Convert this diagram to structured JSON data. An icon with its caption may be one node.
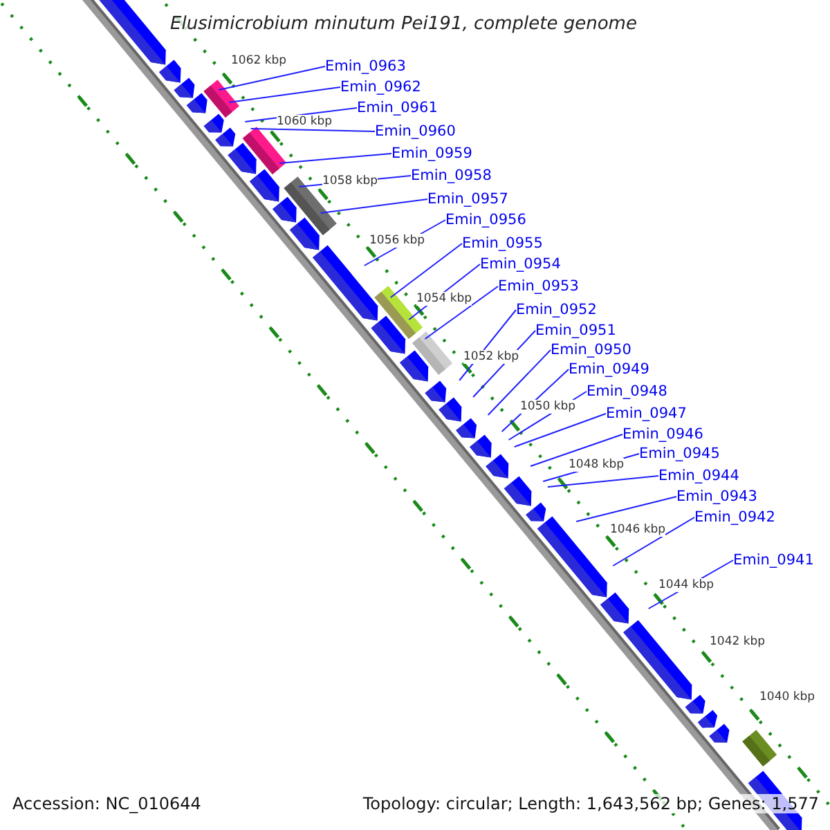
{
  "diagram": {
    "title": "Elusimicrobium minutum Pei191, complete genome",
    "nodes": [
      {
        "text": [
          "Emin_0963"
        ]
      },
      {
        "text": [
          "Emin_0962"
        ]
      },
      {
        "text": [
          "Emin_0961"
        ]
      },
      {
        "text": [
          "Emin_0960"
        ]
      },
      {
        "text": [
          "Emin_0959"
        ]
      },
      {
        "text": [
          "Emin_0958"
        ]
      },
      {
        "text": [
          "Emin_0957"
        ]
      },
      {
        "text": [
          "Emin_0956"
        ]
      },
      {
        "text": [
          "Emin_0955"
        ]
      },
      {
        "text": [
          "Emin_0954"
        ]
      },
      {
        "text": [
          "Emin_0953"
        ]
      },
      {
        "text": [
          "Emin_0952"
        ]
      },
      {
        "text": [
          "Emin_0951"
        ]
      },
      {
        "text": [
          "Emin_0950"
        ]
      },
      {
        "text": [
          "Emin_0949"
        ]
      },
      {
        "text": [
          "Emin_0948"
        ]
      },
      {
        "text": [
          "Emin_0947"
        ]
      },
      {
        "text": [
          "Emin_0946"
        ]
      },
      {
        "text": [
          "Emin_0945"
        ]
      },
      {
        "text": [
          "Emin_0944"
        ]
      },
      {
        "text": [
          "Emin_0943"
        ]
      },
      {
        "text": [
          "Emin_0942"
        ]
      },
      {
        "text": [
          "Emin_0941"
        ]
      }
    ],
    "edges": [
      {
        "from": 0,
        "to": null,
        "arrow": "none"
      },
      {
        "from": 1,
        "to": null,
        "arrow": "none"
      },
      {
        "from": 2,
        "to": null,
        "arrow": "none"
      },
      {
        "from": 3,
        "to": null,
        "arrow": "none"
      },
      {
        "from": 4,
        "to": null,
        "arrow": "none"
      },
      {
        "from": 5,
        "to": null,
        "arrow": "none"
      },
      {
        "from": 6,
        "to": null,
        "arrow": "none"
      },
      {
        "from": 7,
        "to": null,
        "arrow": "none"
      },
      {
        "from": 8,
        "to": null,
        "arrow": "none"
      },
      {
        "from": 9,
        "to": null,
        "arrow": "none"
      },
      {
        "from": 10,
        "to": null,
        "arrow": "none"
      },
      {
        "from": 11,
        "to": null,
        "arrow": "none"
      },
      {
        "from": 12,
        "to": null,
        "arrow": "none"
      },
      {
        "from": 13,
        "to": null,
        "arrow": "none"
      },
      {
        "from": 14,
        "to": null,
        "arrow": "none"
      },
      {
        "from": 15,
        "to": null,
        "arrow": "none"
      },
      {
        "from": 16,
        "to": null,
        "arrow": "none"
      },
      {
        "from": 17,
        "to": null,
        "arrow": "none"
      },
      {
        "from": 18,
        "to": null,
        "arrow": "none"
      },
      {
        "from": 19,
        "to": null,
        "arrow": "none"
      },
      {
        "from": 20,
        "to": null,
        "arrow": "none"
      },
      {
        "from": 21,
        "to": null,
        "arrow": "none"
      },
      {
        "from": 22,
        "to": null,
        "arrow": "none"
      }
    ],
    "labels": [
      "1062 kbp",
      "1060 kbp",
      "1058 kbp",
      "1056 kbp",
      "1054 kbp",
      "1052 kbp",
      "1050 kbp",
      "1048 kbp",
      "1046 kbp",
      "1044 kbp",
      "1042 kbp",
      "1040 kbp",
      "Accession: NC_010644",
      "Topology: circular; Length: 1,643,562 bp; Genes: 1,577"
    ]
  }
}
